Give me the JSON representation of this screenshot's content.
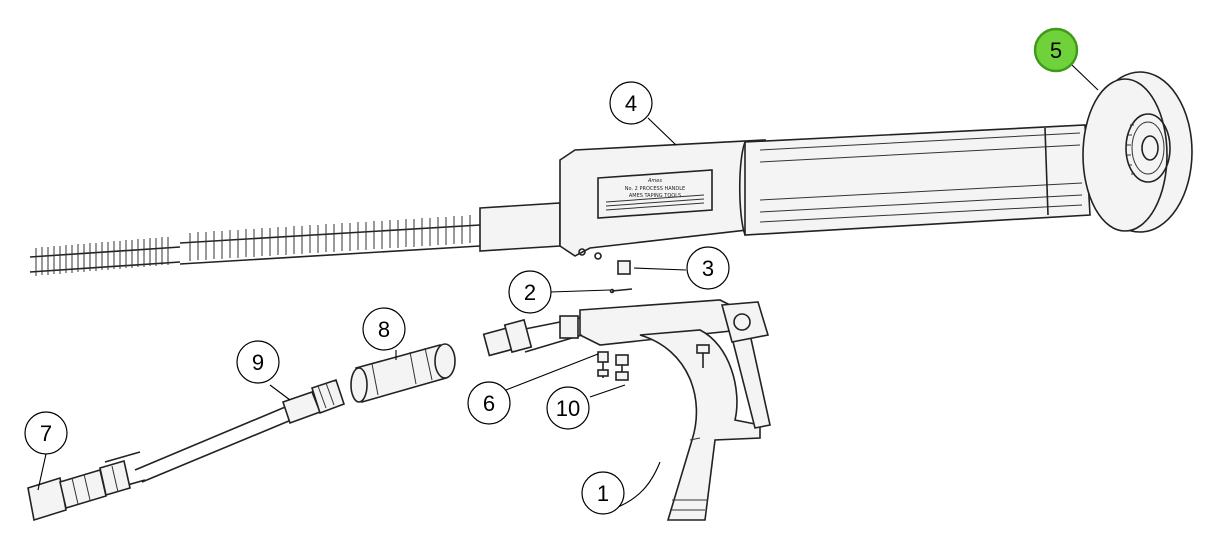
{
  "diagram": {
    "highlight_color": "#6fd23a",
    "highlighted_callout": "5",
    "plate": {
      "brand": "Ames",
      "lines": [
        "No. 2 PROCESS HANDLE",
        "AMES TAPING TOOLS",
        "",
        "",
        "",
        ""
      ]
    },
    "callouts": [
      {
        "id": "1",
        "label": "1"
      },
      {
        "id": "2",
        "label": "2"
      },
      {
        "id": "3",
        "label": "3"
      },
      {
        "id": "4",
        "label": "4"
      },
      {
        "id": "5",
        "label": "5"
      },
      {
        "id": "6",
        "label": "6"
      },
      {
        "id": "7",
        "label": "7"
      },
      {
        "id": "8",
        "label": "8"
      },
      {
        "id": "9",
        "label": "9"
      },
      {
        "id": "10",
        "label": "10"
      }
    ]
  }
}
